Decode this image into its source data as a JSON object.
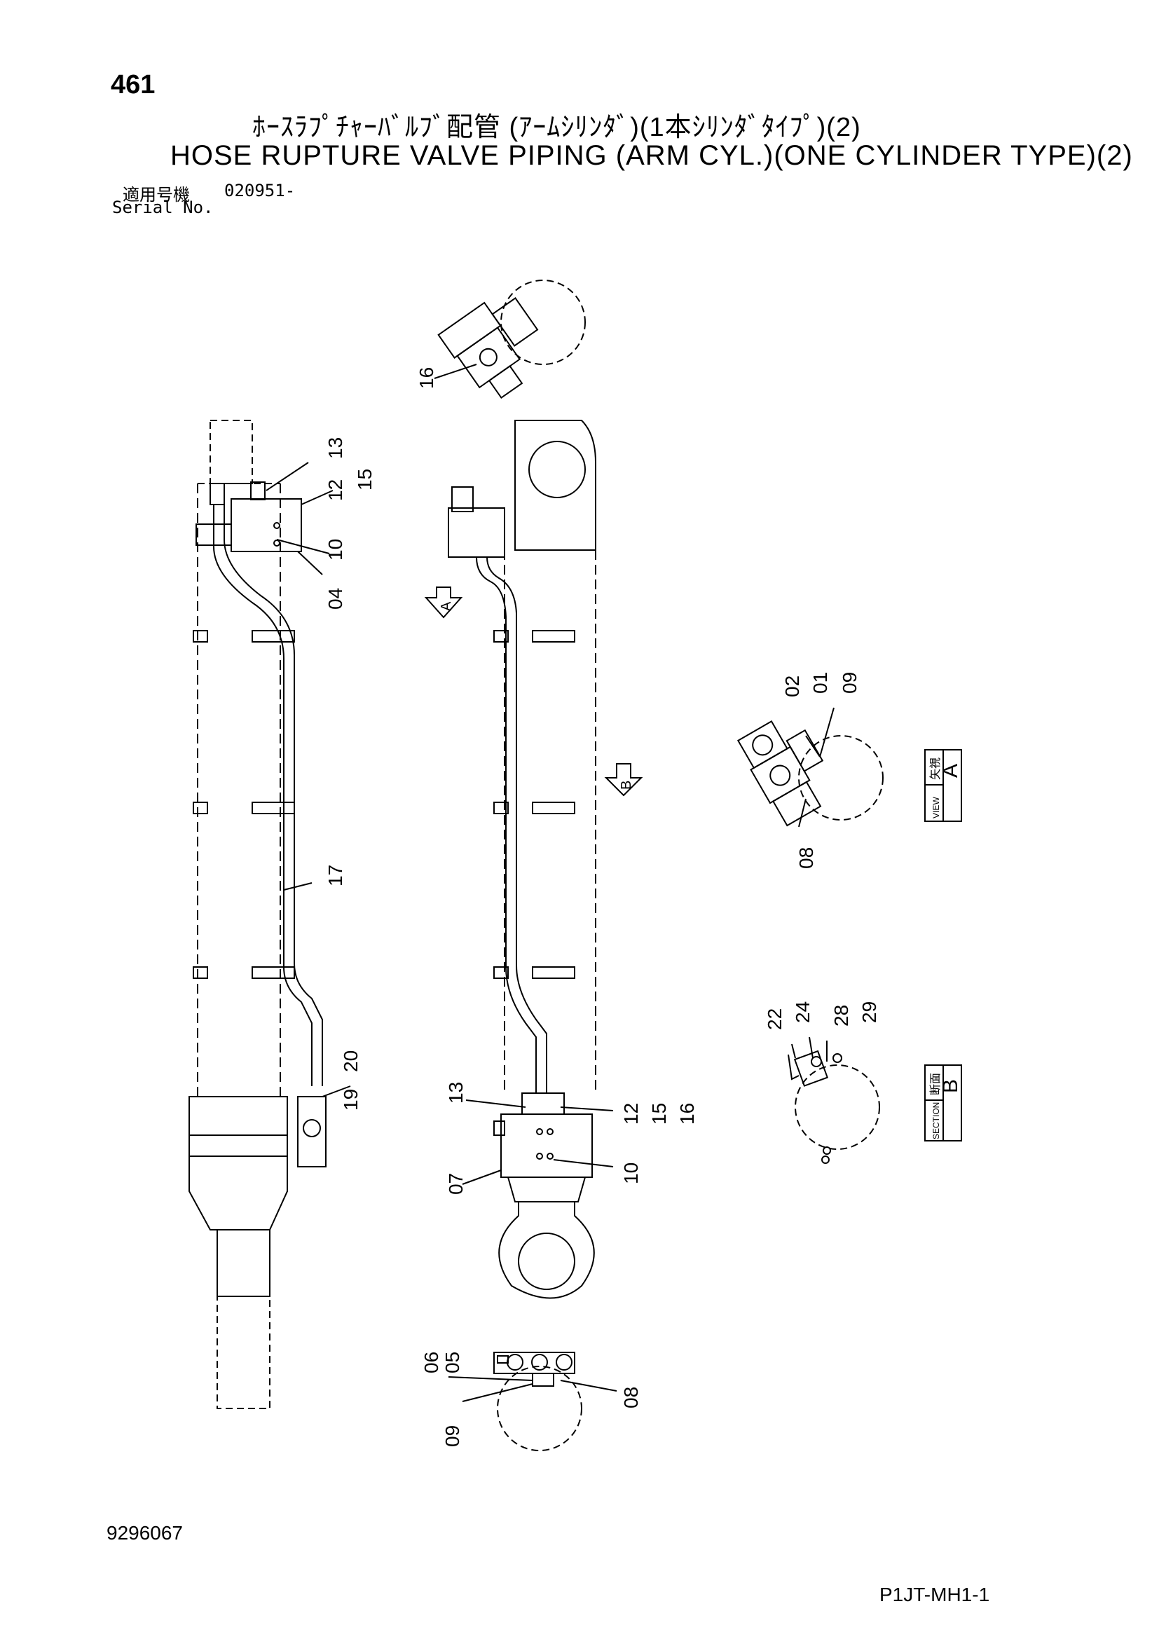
{
  "header": {
    "page_number": "461",
    "title_jp": "ﾎｰｽﾗﾌﾟﾁｬｰﾊﾞﾙﾌﾞ配管 (ｱｰﾑｼﾘﾝﾀﾞ)(1本ｼﾘﾝﾀﾞﾀｲﾌﾟ)(2)",
    "title_en": "HOSE RUPTURE VALVE PIPING (ARM CYL.)(ONE CYLINDER TYPE)(2)",
    "serial_label_jp": "適用号機",
    "serial_value": "020951-",
    "serial_label_en": "Serial No."
  },
  "callouts": {
    "top_view": [
      "16"
    ],
    "left_view": [
      "13",
      "12",
      "15",
      "10",
      "04",
      "17",
      "20",
      "19"
    ],
    "center_view": [
      "13",
      "12",
      "15",
      "16",
      "07",
      "10"
    ],
    "view_a": [
      "02",
      "01",
      "09",
      "08"
    ],
    "section_b": [
      "22",
      "24",
      "28",
      "29"
    ],
    "bottom_view": [
      "06",
      "05",
      "09",
      "08"
    ]
  },
  "view_markers": {
    "a_letter": "A",
    "b_letter": "B",
    "view_label_jp": "矢視",
    "view_label_en": "VIEW",
    "section_label_jp": "断面",
    "section_label_en": "SECTION"
  },
  "footer": {
    "drawing_number": "9296067",
    "page_code": "P1JT-MH1-1"
  }
}
